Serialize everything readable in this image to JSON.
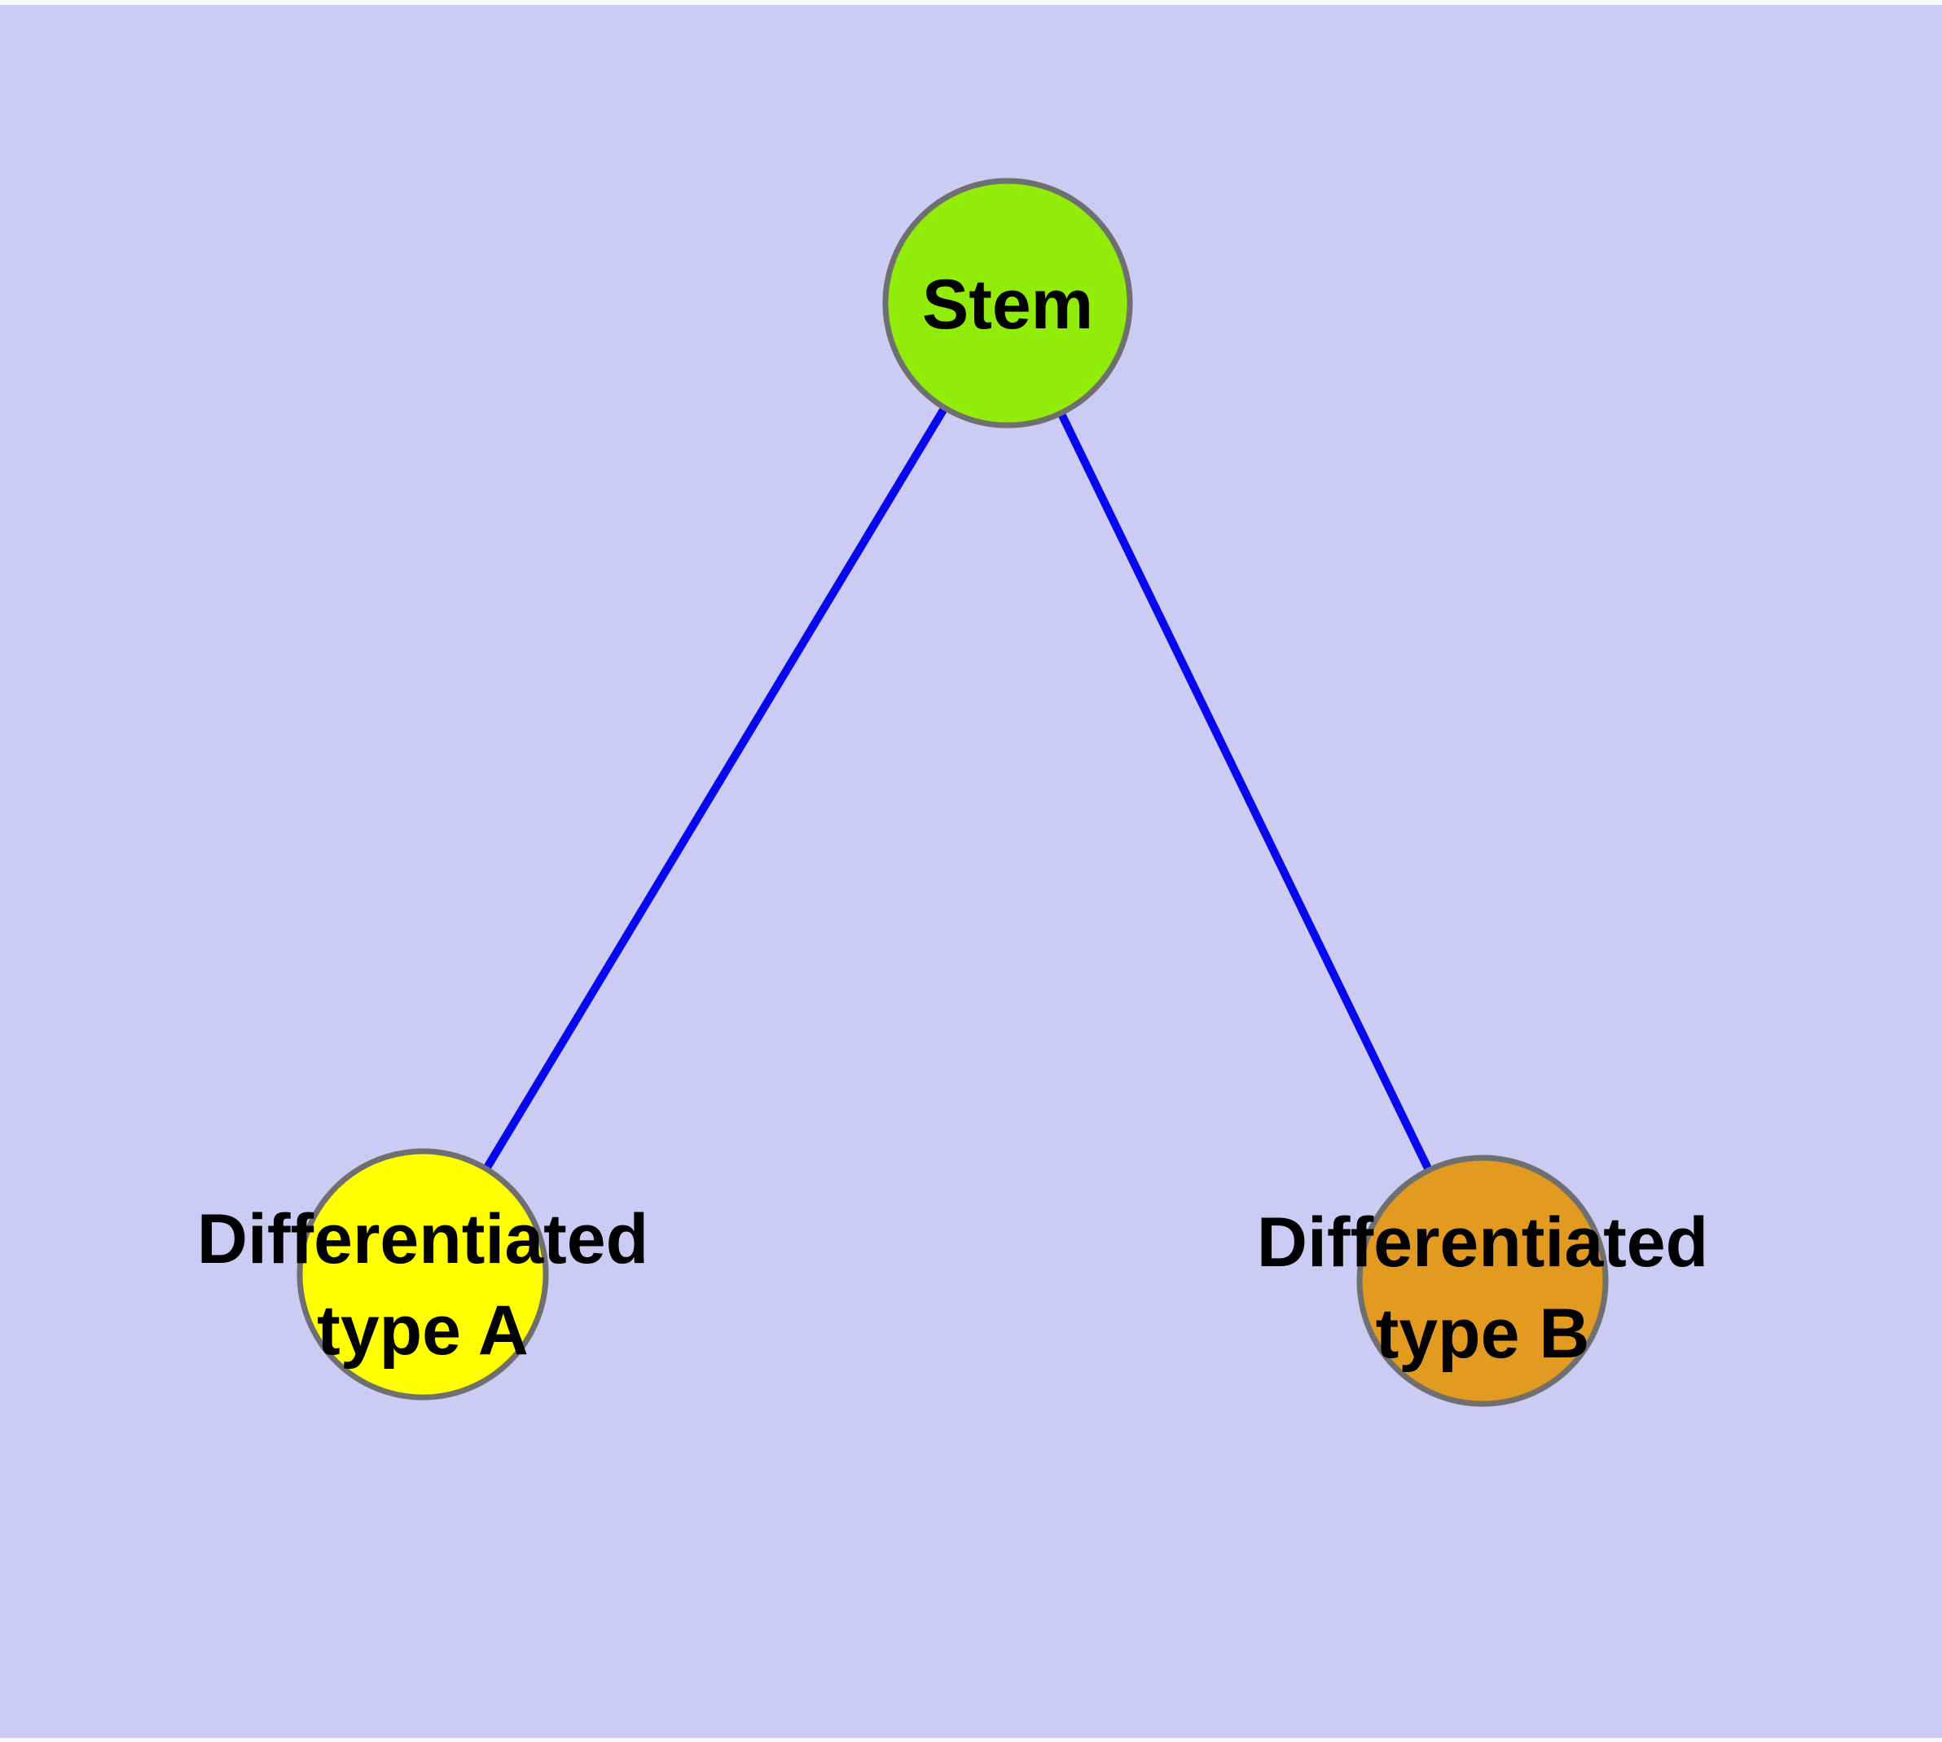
{
  "diagram": {
    "background_color": "#CBCBF3",
    "edge_color": "#0808EE",
    "node_border_color": "#6F6F6F",
    "text_color": "#000000",
    "nodes": {
      "stem": {
        "label": "Stem",
        "fill": "#91EC09"
      },
      "type_a": {
        "label": "Differentiated\ntype A",
        "fill": "#FFFF00"
      },
      "type_b": {
        "label": "Differentiated\ntype B",
        "fill": "#E29A20"
      }
    },
    "edges": [
      {
        "from": "Stem",
        "to": "Differentiated type A"
      },
      {
        "from": "Stem",
        "to": "Differentiated type B"
      }
    ]
  }
}
